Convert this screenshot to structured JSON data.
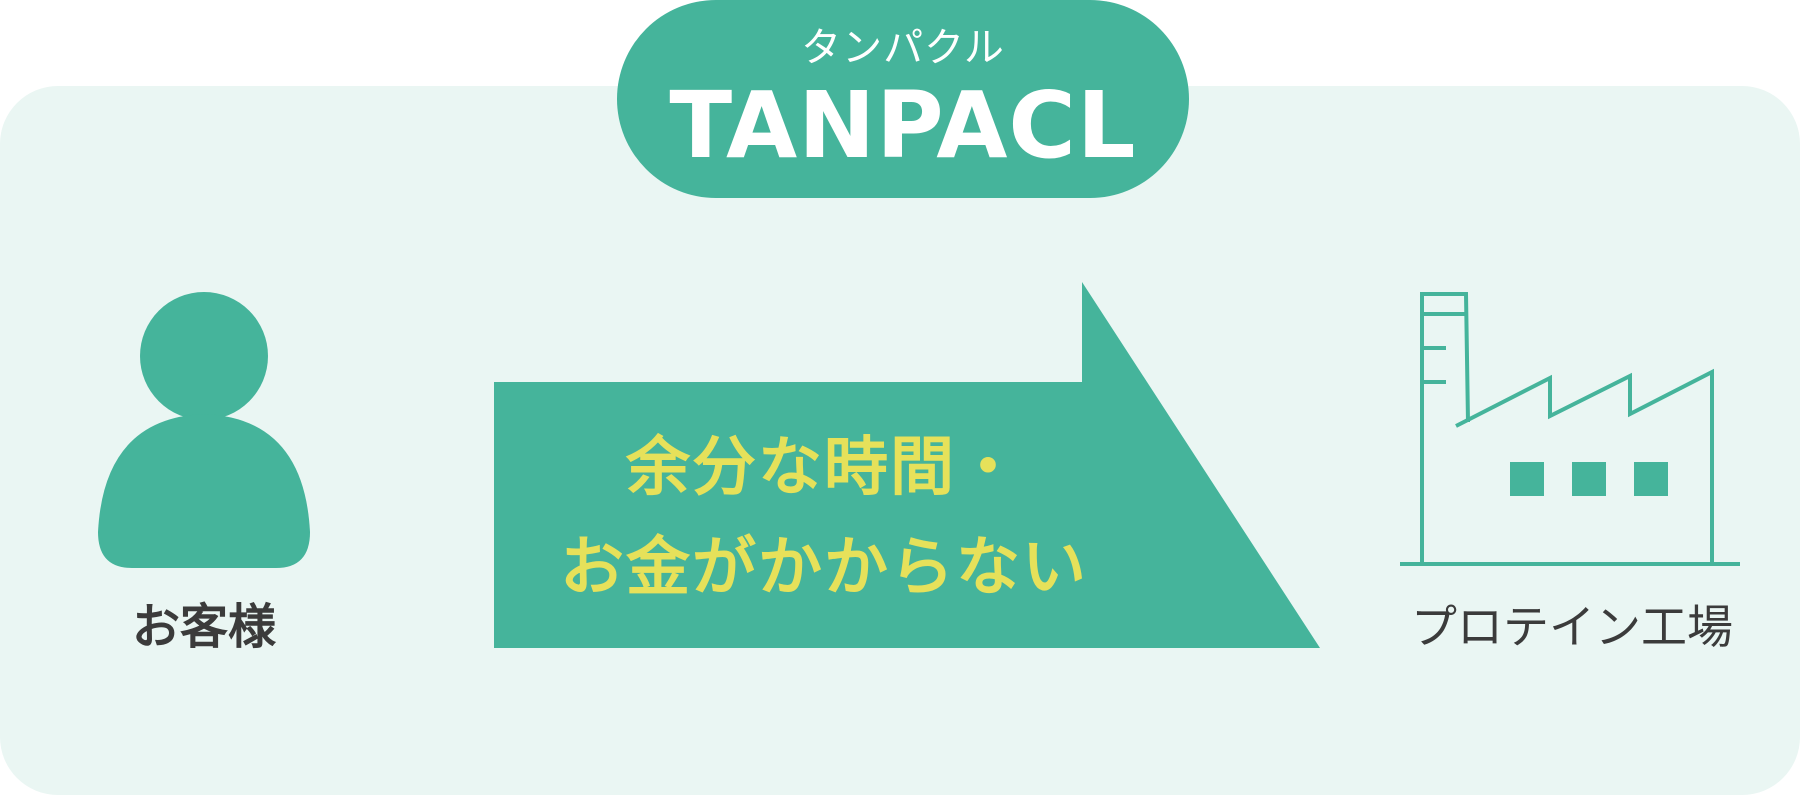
{
  "brand": {
    "kana": "タンパクル",
    "name": "TANPACL"
  },
  "left_party": {
    "label": "お客様",
    "icon": "person-icon"
  },
  "right_party": {
    "label": "プロテイン工場",
    "icon": "factory-icon"
  },
  "arrow": {
    "line1": "余分な時間・",
    "line2": "お金がかからない"
  },
  "colors": {
    "accent": "#45b49b",
    "panel_bg": "#eaf6f3",
    "message_text": "#e6e15a",
    "label_text": "#3b3b3b"
  }
}
